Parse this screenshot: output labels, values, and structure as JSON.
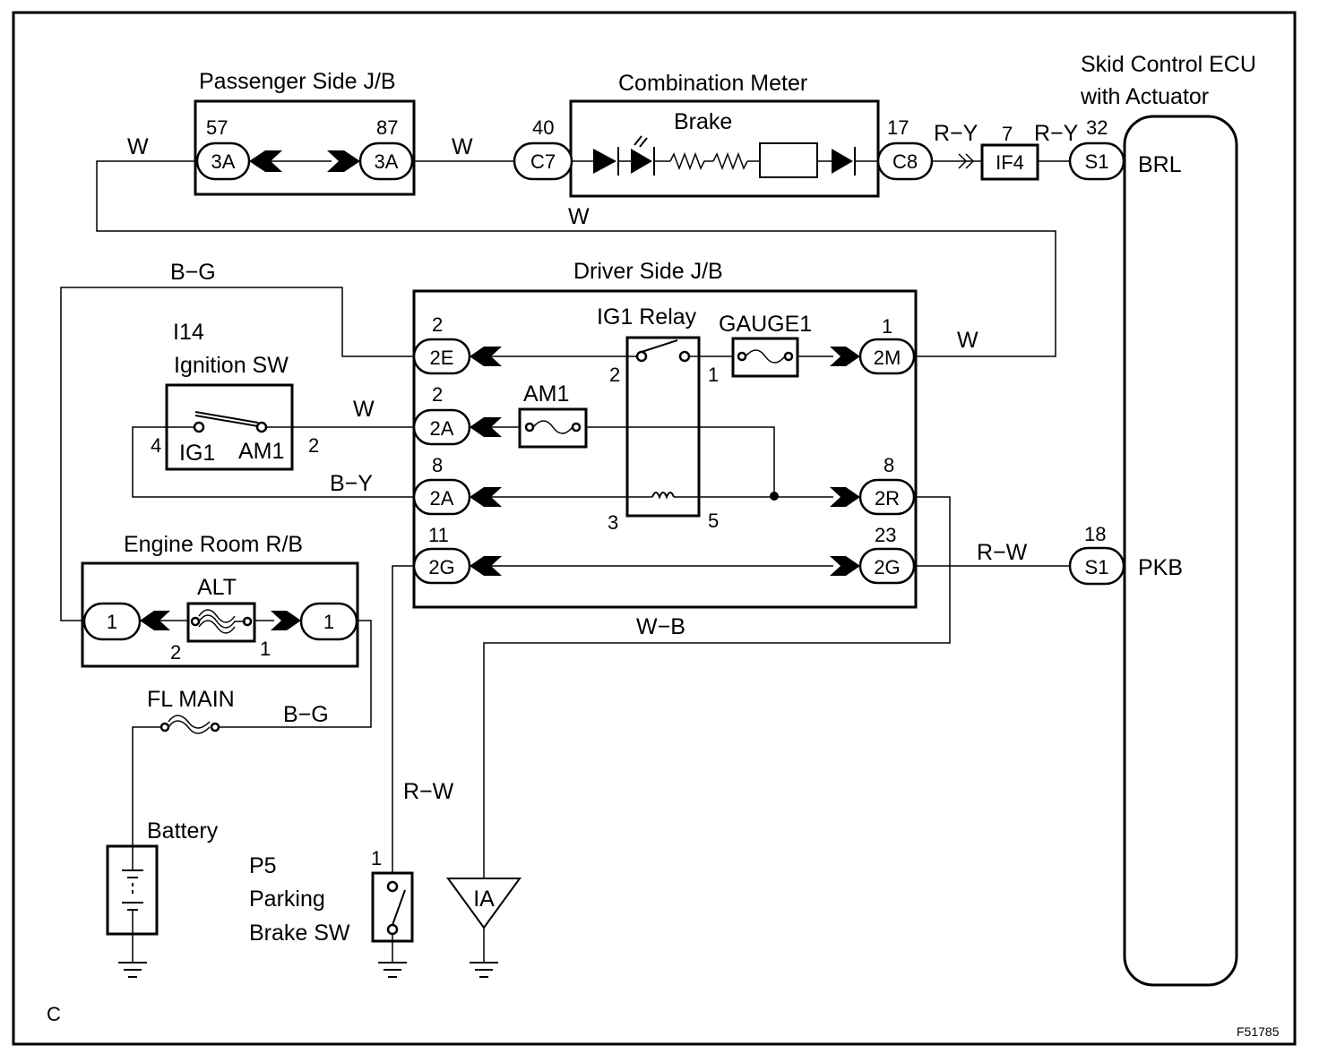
{
  "figure_id": "F51785",
  "corner_letter": "C",
  "components": {
    "passenger_jb": {
      "title": "Passenger Side J/B",
      "left_pin": "57",
      "left_conn": "3A",
      "right_pin": "87",
      "right_conn": "3A"
    },
    "combination_meter": {
      "title": "Combination Meter",
      "brake": "Brake",
      "in_pin": "40",
      "in_conn": "C7",
      "out_pin": "17",
      "out_conn": "C8"
    },
    "if4": {
      "pin": "7",
      "label": "IF4"
    },
    "skid_ecu": {
      "title_line1": "Skid Control ECU",
      "title_line2": "with Actuator",
      "brl_pin": "32",
      "brl_conn": "S1",
      "brl": "BRL",
      "pkb_pin": "18",
      "pkb_conn": "S1",
      "pkb": "PKB"
    },
    "driver_jb": {
      "title": "Driver Side J/B",
      "ig1_relay": "IG1 Relay",
      "gauge1": "GAUGE1",
      "am1_fuse": "AM1",
      "relay_pins": {
        "p2": "2",
        "p1": "1",
        "p3": "3",
        "p5": "5"
      },
      "left": [
        {
          "pin": "2",
          "conn": "2E"
        },
        {
          "pin": "2",
          "conn": "2A"
        },
        {
          "pin": "8",
          "conn": "2A"
        },
        {
          "pin": "11",
          "conn": "2G"
        }
      ],
      "right": [
        {
          "pin": "1",
          "conn": "2M"
        },
        {
          "pin": "8",
          "conn": "2R"
        },
        {
          "pin": "23",
          "conn": "2G"
        }
      ]
    },
    "ignition_sw": {
      "code": "I14",
      "title": "Ignition SW",
      "ig1": "IG1",
      "am1": "AM1",
      "pin_ig1": "4",
      "pin_am1": "2"
    },
    "engine_rb": {
      "title": "Engine Room R/B",
      "alt": "ALT",
      "left_conn": "1",
      "right_conn": "1",
      "pin_left": "2",
      "pin_right": "1"
    },
    "fl_main": "FL MAIN",
    "battery": "Battery",
    "parking_sw": {
      "code": "P5",
      "line1": "Parking",
      "line2": "Brake SW",
      "pin": "1"
    },
    "ground_ia": "IA"
  },
  "wires": {
    "w_left": "W",
    "w_mid": "W",
    "w_loop": "W",
    "ry_1": "R−Y",
    "ry_2": "R−Y",
    "bg_top": "B−G",
    "w_2m": "W",
    "w_ign": "W",
    "by_ign": "B−Y",
    "rw_pkb": "R−W",
    "wb": "W−B",
    "bg_fl": "B−G",
    "rw_park": "R−W"
  },
  "colors": {
    "line": "#000000",
    "background": "#ffffff"
  }
}
